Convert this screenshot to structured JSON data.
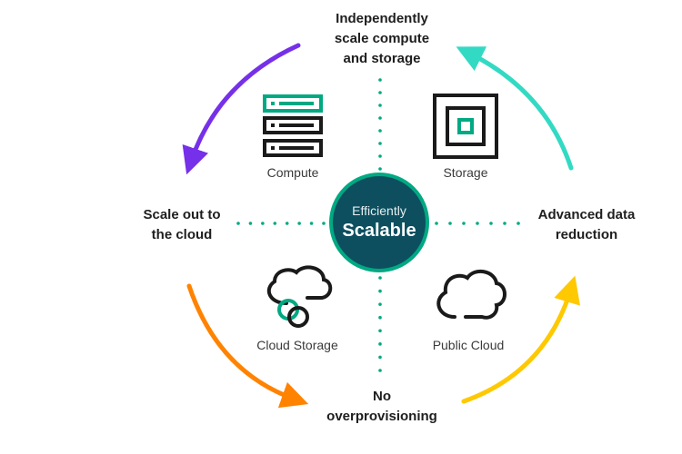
{
  "center": {
    "line1": "Efficiently",
    "line2": "Scalable"
  },
  "outer_labels": {
    "top": [
      "Independently",
      "scale compute",
      "and storage"
    ],
    "left": [
      "Scale out to",
      "the cloud"
    ],
    "right": [
      "Advanced data",
      "reduction"
    ],
    "bottom": [
      "No",
      "overprovisioning"
    ]
  },
  "icons": {
    "compute": {
      "label": "Compute",
      "icon": "server-rack-icon"
    },
    "storage": {
      "label": "Storage",
      "icon": "nested-squares-icon"
    },
    "cloud_storage": {
      "label": "Cloud Storage",
      "icon": "cloud-link-icon"
    },
    "public_cloud": {
      "label": "Public Cloud",
      "icon": "cloud-icon"
    }
  },
  "colors": {
    "accent_green": "#01a982",
    "center_fill": "#0d4f5f",
    "arrow_purple": "#7630ea",
    "arrow_teal": "#33dac3",
    "arrow_orange": "#ff8300",
    "arrow_yellow": "#fec901",
    "icon_stroke": "#1a1a1a"
  }
}
